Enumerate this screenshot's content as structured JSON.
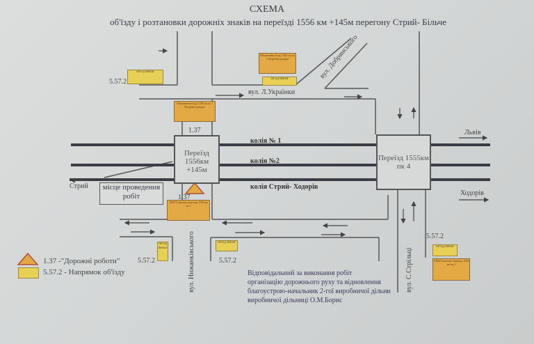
{
  "title": "СХЕМА",
  "subtitle": "об'їзду і розтановки дорожніх знаків на переїзді 1556 км +145м перегону Стрий- Більче",
  "crossings": [
    {
      "label_line1": "Переїзд",
      "label_line2": "1556км",
      "label_line3": "+145м"
    },
    {
      "label_line1": "Переїзд 1555км",
      "label_line2": "пк 4"
    }
  ],
  "tracks": [
    "колія № 1",
    "колія №2",
    "колія Стрий- Ходорів"
  ],
  "directions": {
    "lviv": "Львів",
    "khodoriv": "Ходорів",
    "stryi": "Стрий"
  },
  "streets": {
    "ukrainky": "вул. Л.Українки",
    "dobrianskoho": "вул. Добрянського",
    "nyzhankivskoho": "вул. Нижанківського",
    "striltsi": "вул. С.Стрільці"
  },
  "work_place": "місце проведення робіт",
  "sign_codes": {
    "roadworks": "1.37",
    "detour": "5.57.2"
  },
  "sign_texts": {
    "detour": "об'їзд detour",
    "attention": "УВАГА ремонт переїзду 1556 км пк 1",
    "restriction": "Обмеження в'їзду 1556 км пк 1 Потрібна довідка"
  },
  "legend": [
    {
      "icon": "roadworks-sign-icon",
      "text": "1.37 -\"Дорожні роботи\""
    },
    {
      "icon": "detour-sign-icon",
      "text": "5.57.2 - Напрямок об'їзду"
    }
  ],
  "responsible_note": [
    "Відповідальний за виконання робіт",
    "організацію дорожнього руху та відновлення",
    "благоустрою-начальник 2-гої виробничої дільни",
    "виробничої дільниці О.М.Борис"
  ],
  "colors": {
    "sign_orange": "#e3a945",
    "sign_yellow": "#e8cf55",
    "track": "#3c3c44"
  }
}
